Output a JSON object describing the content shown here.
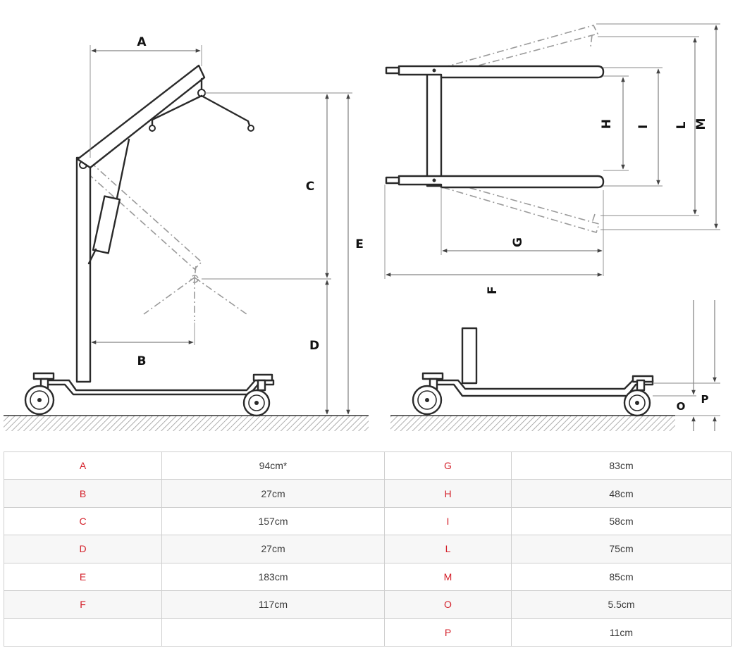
{
  "diagram": {
    "labels": {
      "A": "A",
      "B": "B",
      "C": "C",
      "D": "D",
      "E": "E",
      "F": "F",
      "G": "G",
      "H": "H",
      "I": "I",
      "L": "L",
      "M": "M",
      "O": "O",
      "P": "P"
    },
    "colors": {
      "label_accent": "#d4202a",
      "line": "#2a2a2a"
    }
  },
  "table": {
    "rows": [
      {
        "left_label": "A",
        "left_value": "94cm*",
        "right_label": "G",
        "right_value": "83cm"
      },
      {
        "left_label": "B",
        "left_value": "27cm",
        "right_label": "H",
        "right_value": "48cm"
      },
      {
        "left_label": "C",
        "left_value": "157cm",
        "right_label": "I",
        "right_value": "58cm"
      },
      {
        "left_label": "D",
        "left_value": "27cm",
        "right_label": "L",
        "right_value": "75cm"
      },
      {
        "left_label": "E",
        "left_value": "183cm",
        "right_label": "M",
        "right_value": "85cm"
      },
      {
        "left_label": "F",
        "left_value": "117cm",
        "right_label": "O",
        "right_value": "5.5cm"
      },
      {
        "left_label": "",
        "left_value": "",
        "right_label": "P",
        "right_value": "11cm"
      }
    ]
  }
}
